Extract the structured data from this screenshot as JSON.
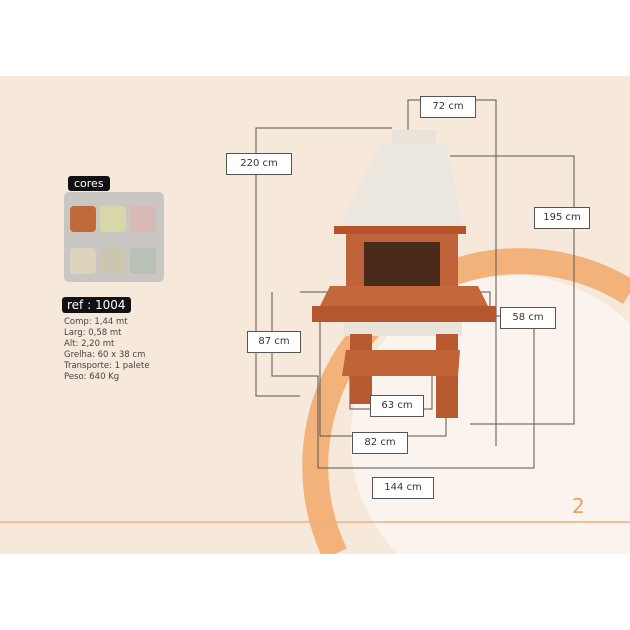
{
  "colors_label": "cores",
  "ref_label": "ref : 1004",
  "specs": [
    "Comp: 1,44 mt",
    "Larg: 0,58 mt",
    "Alt: 2,20 mt",
    "Grelha: 60 x 38 cm",
    "Transporte: 1 palete",
    "Peso: 640 Kg"
  ],
  "dimensions": {
    "d72": "72 cm",
    "d220": "220 cm",
    "d195": "195 cm",
    "d87": "87 cm",
    "d58": "58 cm",
    "d63": "63 cm",
    "d82": "82 cm",
    "d144": "144 cm"
  },
  "page_number": "2",
  "accent": "#f0a860"
}
